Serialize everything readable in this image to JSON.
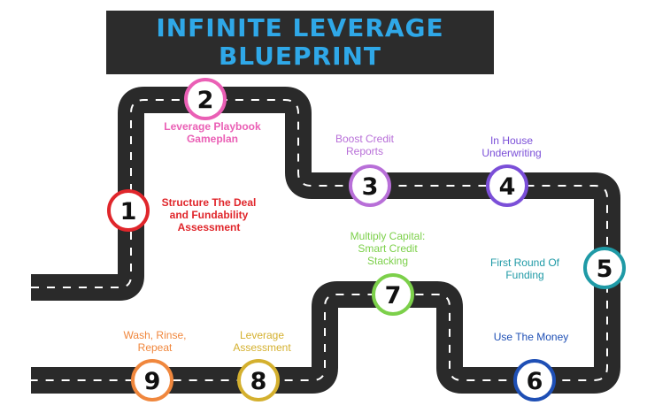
{
  "title": {
    "line1": "INFINITE LEVERAGE",
    "line2": "BLUEPRINT"
  },
  "colors": {
    "banner_bg": "#2c2c2c",
    "banner_text": "#2fa8e8",
    "road": "#2a2a2a",
    "road_dash": "#ffffff"
  },
  "steps": [
    {
      "number": "1",
      "label": "Structure The Deal\nand Fundability\nAssessment",
      "color": "#e0262b"
    },
    {
      "number": "2",
      "label": "Leverage Playbook\nGameplan",
      "color": "#ea5fb5"
    },
    {
      "number": "3",
      "label": "Boost Credit\nReports",
      "color": "#b86fd8"
    },
    {
      "number": "4",
      "label": "In House\nUnderwriting",
      "color": "#7b4fd8"
    },
    {
      "number": "5",
      "label": "First Round Of\nFunding",
      "color": "#1f9aa6"
    },
    {
      "number": "6",
      "label": "Use The Money",
      "color": "#1e4fb5"
    },
    {
      "number": "7",
      "label": "Multiply Capital:\nSmart Credit\nStacking",
      "color": "#7cd04a"
    },
    {
      "number": "8",
      "label": "Leverage\nAssessment",
      "color": "#d4b02e"
    },
    {
      "number": "9",
      "label": "Wash, Rinse,\nRepeat",
      "color": "#f0873d"
    }
  ]
}
